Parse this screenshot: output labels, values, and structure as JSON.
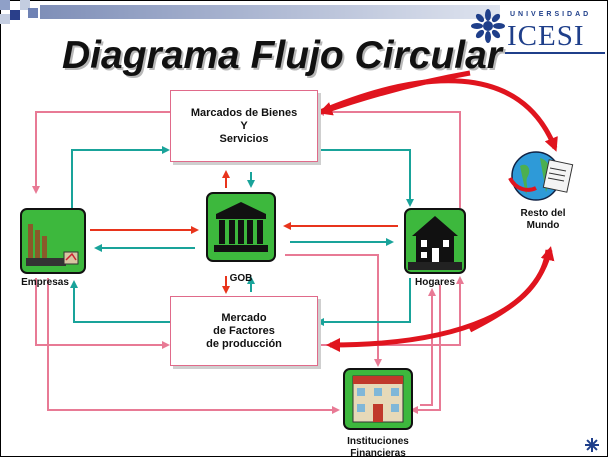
{
  "slide": {
    "title": "Diagrama Flujo Circular",
    "logo": {
      "top": "UNIVERSIDAD",
      "name": "ICESI"
    }
  },
  "boxes": {
    "goods_market": [
      "Marcados de Bienes",
      "Y",
      "Servicios"
    ],
    "factor_market": [
      "Mercado",
      "de Factores",
      "de producción"
    ]
  },
  "labels": {
    "firms": "Empresas",
    "government": "GOB",
    "households": "Hogares",
    "rest_of_world": [
      "Resto del",
      "Mundo"
    ],
    "financial": [
      "Instituciones",
      "Financieras"
    ]
  },
  "colors": {
    "pink_flow": "#e87a95",
    "teal_flow": "#19a39a",
    "red_flow": "#e8341c",
    "world_flow": "#e0141e",
    "icon_green": "#3db83d",
    "box_border": "#e06a8a"
  },
  "icons": [
    "factory-icon",
    "government-building-icon",
    "house-icon",
    "bank-building-icon",
    "globe-icon",
    "corner-mark-icon"
  ]
}
